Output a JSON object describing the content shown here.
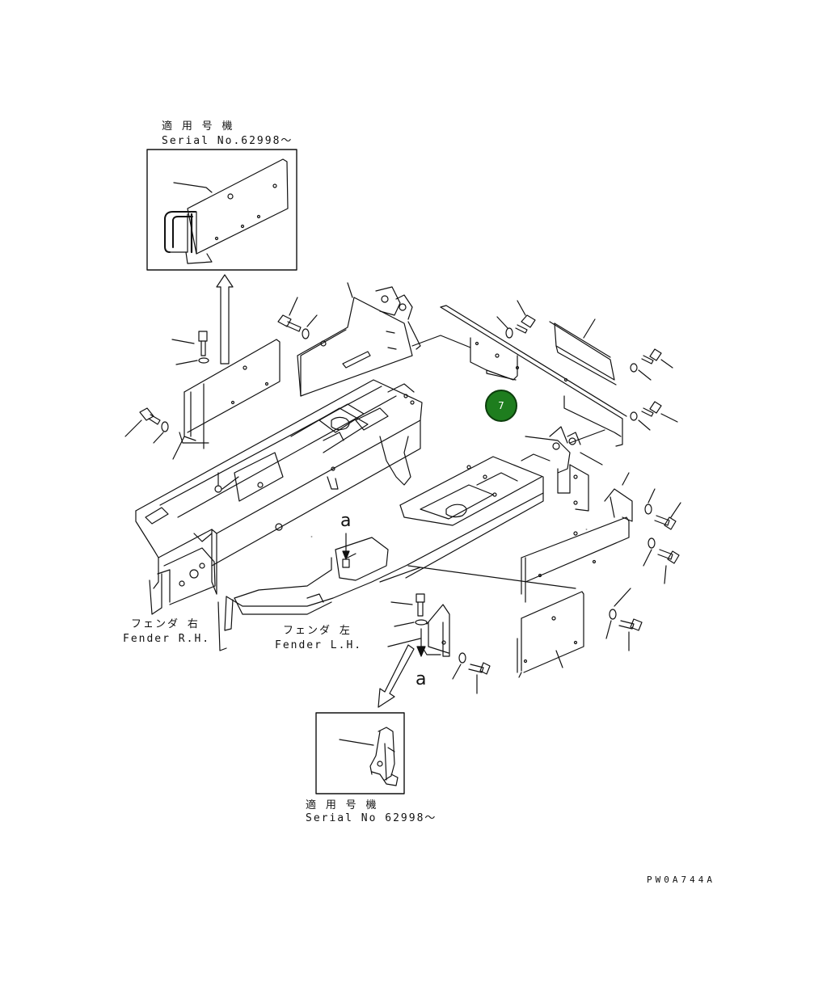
{
  "labels": {
    "top_detail_jp": "適 用 号 機",
    "top_detail_serial": "Serial No.62998～",
    "bottom_detail_jp": "適 用 号 機",
    "bottom_detail_serial": "Serial No 62998～",
    "fender_rh_jp": "フェンダ 右",
    "fender_rh_en": "Fender R.H.",
    "fender_lh_jp": "フェンダ 左",
    "fender_lh_en": "Fender L.H.",
    "view_a_upper": "a",
    "view_a_lower": "a",
    "drawing_code": "PW0A744A"
  },
  "callouts": [
    {
      "number": "7",
      "color": "#1e7d1e"
    }
  ]
}
